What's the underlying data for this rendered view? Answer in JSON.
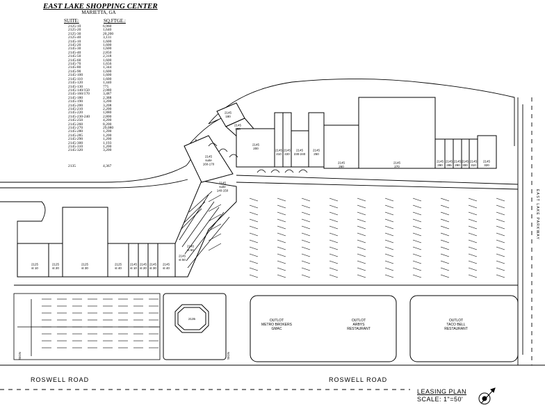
{
  "header": {
    "title": "EAST LAKE SHOPPING CENTER",
    "subtitle": "MARIETTA, GA",
    "col_suite": "SUITE:",
    "col_sqft": "SQ.FTGE.:"
  },
  "suites": [
    {
      "suite": "2125-10",
      "sqft": "6,960"
    },
    {
      "suite": "2125-20",
      "sqft": "1,640"
    },
    {
      "suite": "2125-30",
      "sqft": "20,200"
    },
    {
      "suite": "2125-40",
      "sqft": "3,131"
    },
    {
      "suite": "2145-10",
      "sqft": "1,600"
    },
    {
      "suite": "2145-20",
      "sqft": "1,600"
    },
    {
      "suite": "2145-30",
      "sqft": "1,600"
    },
    {
      "suite": "2145-40",
      "sqft": "2,850"
    },
    {
      "suite": "2145-50",
      "sqft": "2,318"
    },
    {
      "suite": "2145-60",
      "sqft": "1,600"
    },
    {
      "suite": "2145-70",
      "sqft": "1,656"
    },
    {
      "suite": "2145-80",
      "sqft": "1,344"
    },
    {
      "suite": "2145-90",
      "sqft": "1,600"
    },
    {
      "suite": "2145-100",
      "sqft": "1,600"
    },
    {
      "suite": "2145-110",
      "sqft": "1,600"
    },
    {
      "suite": "2145-120",
      "sqft": "1,440"
    },
    {
      "suite": "2145-130",
      "sqft": "775"
    },
    {
      "suite": "2145-140/150",
      "sqft": "2,080"
    },
    {
      "suite": "2145-160/170",
      "sqft": "3,487"
    },
    {
      "suite": "2145-180",
      "sqft": "2,388"
    },
    {
      "suite": "2145-190",
      "sqft": "3,200"
    },
    {
      "suite": "2145-200",
      "sqft": "3,208"
    },
    {
      "suite": "2145-210",
      "sqft": "2,200"
    },
    {
      "suite": "2145-220",
      "sqft": "1,880"
    },
    {
      "suite": "2145-230-240",
      "sqft": "2,800"
    },
    {
      "suite": "2145-250",
      "sqft": "4,200"
    },
    {
      "suite": "2145-260",
      "sqft": "8,200"
    },
    {
      "suite": "2145-270",
      "sqft": "29,080"
    },
    {
      "suite": "2145-280",
      "sqft": "1,200"
    },
    {
      "suite": "2145-285",
      "sqft": "1,200"
    },
    {
      "suite": "2145-290",
      "sqft": "1,200"
    },
    {
      "suite": "2145-300",
      "sqft": "1,193"
    },
    {
      "suite": "2145-310",
      "sqft": "1,200"
    },
    {
      "suite": "2145-320",
      "sqft": "3,200"
    }
  ],
  "extra_suite": {
    "suite": "2135",
    "sqft": "4,367"
  },
  "units": {
    "u2125_10": [
      "2125",
      "st 10"
    ],
    "u2125_20": [
      "2125",
      "st 20"
    ],
    "u2125_30": [
      "2125",
      "st 30"
    ],
    "u2125_40": [
      "2125",
      "st 40"
    ],
    "u2145_10": [
      "2145",
      "st 10"
    ],
    "u2145_20": [
      "2145",
      "st 20"
    ],
    "u2145_30": [
      "2145",
      "st 30"
    ],
    "u2145_40": [
      "2145",
      "st 40"
    ],
    "u2145_50": [
      "2145",
      "st 50"
    ],
    "u2145_60": [
      "2145",
      "st 60"
    ],
    "u2145_140": [
      "2145",
      "suite",
      "140-150"
    ],
    "u2145_160": [
      "2145",
      "suite",
      "160-170"
    ],
    "u2145_180": [
      "2145",
      "180"
    ],
    "u2145_190": [
      "2145",
      "190"
    ],
    "u2145_200": [
      "2145",
      "200"
    ],
    "u2145_210": [
      "2145",
      "210"
    ],
    "u2145_220": [
      "2145",
      "220"
    ],
    "u2145_230": [
      "2145",
      "230-240"
    ],
    "u2145_250": [
      "2145",
      "250"
    ],
    "u2145_260": [
      "2145",
      "260"
    ],
    "u2145_270": [
      "2145",
      "270"
    ],
    "u2145_280": [
      "2145",
      "280"
    ],
    "u2145_285": [
      "2145",
      "285"
    ],
    "u2145_290": [
      "2145",
      "290"
    ],
    "u2145_300": [
      "2145",
      "300"
    ],
    "u2145_310": [
      "2145",
      "310"
    ],
    "u2145_320": [
      "2145",
      "320"
    ],
    "u2135": "2135"
  },
  "outlots": [
    [
      "OUTLOT",
      "METRO BROKERS",
      "GMAC"
    ],
    [
      "OUTLOT",
      "ARBYS",
      "RESTAURANT"
    ],
    [
      "OUTLOT",
      "TACO BELL",
      "RESTAURANT"
    ]
  ],
  "roads": {
    "roswell_left": "ROSWELL ROAD",
    "roswell_right": "ROSWELL ROAD",
    "east_lake": "EAST LAKE PARKWAY"
  },
  "signs": {
    "left": "SIGN",
    "right": "SIGN"
  },
  "footer": {
    "leasing_plan": "LEASING PLAN",
    "scale": "SCALE: 1\"=50'"
  }
}
